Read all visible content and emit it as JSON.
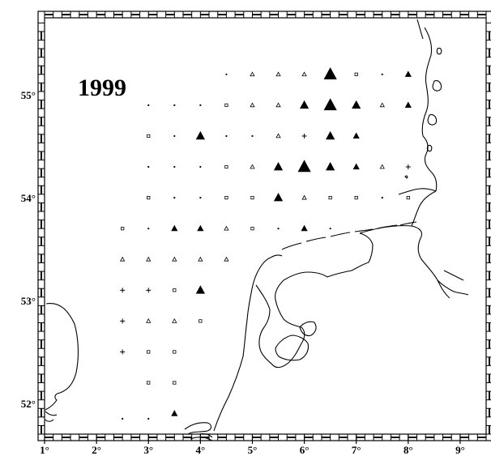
{
  "map": {
    "year_label": "1999",
    "lon_ticks": [
      {
        "value": 1,
        "label": "1°"
      },
      {
        "value": 2,
        "label": "2°"
      },
      {
        "value": 3,
        "label": "3°"
      },
      {
        "value": 4,
        "label": "4°"
      },
      {
        "value": 5,
        "label": "5°"
      },
      {
        "value": 6,
        "label": "6°"
      },
      {
        "value": 7,
        "label": "7°"
      },
      {
        "value": 8,
        "label": "8°"
      },
      {
        "value": 9,
        "label": "9°"
      }
    ],
    "lat_ticks": [
      {
        "value": 52,
        "label": "52°"
      },
      {
        "value": 53,
        "label": "53°"
      },
      {
        "value": 54,
        "label": "54°"
      },
      {
        "value": 55,
        "label": "55°"
      }
    ],
    "lon_range": [
      1,
      9.5
    ],
    "lat_range": [
      51.7,
      55.75
    ],
    "frame_style": "alternating black and white ladder border",
    "symbol_legend": "triangle size shows magnitude; small square = low; plus = zero; dot = trace",
    "stations": [
      {
        "lon": 4.5,
        "lat": 55.2,
        "sym": "dot"
      },
      {
        "lon": 5.0,
        "lat": 55.2,
        "sym": "triangle",
        "size": 1
      },
      {
        "lon": 5.5,
        "lat": 55.2,
        "sym": "triangle",
        "size": 1
      },
      {
        "lon": 6.0,
        "lat": 55.2,
        "sym": "triangle",
        "size": 1
      },
      {
        "lon": 6.5,
        "lat": 55.2,
        "sym": "triangle",
        "size": 5
      },
      {
        "lon": 7.0,
        "lat": 55.2,
        "sym": "square"
      },
      {
        "lon": 7.5,
        "lat": 55.2,
        "sym": "dot"
      },
      {
        "lon": 8.0,
        "lat": 55.2,
        "sym": "triangle",
        "size": 2
      },
      {
        "lon": 3.0,
        "lat": 54.9,
        "sym": "dot"
      },
      {
        "lon": 3.5,
        "lat": 54.9,
        "sym": "dot"
      },
      {
        "lon": 4.0,
        "lat": 54.9,
        "sym": "dot"
      },
      {
        "lon": 4.5,
        "lat": 54.9,
        "sym": "square"
      },
      {
        "lon": 5.0,
        "lat": 54.9,
        "sym": "triangle",
        "size": 1
      },
      {
        "lon": 5.5,
        "lat": 54.9,
        "sym": "triangle",
        "size": 1
      },
      {
        "lon": 6.0,
        "lat": 54.9,
        "sym": "triangle",
        "size": 3
      },
      {
        "lon": 6.5,
        "lat": 54.9,
        "sym": "triangle",
        "size": 5
      },
      {
        "lon": 7.0,
        "lat": 54.9,
        "sym": "triangle",
        "size": 3
      },
      {
        "lon": 7.5,
        "lat": 54.9,
        "sym": "triangle",
        "size": 1
      },
      {
        "lon": 8.0,
        "lat": 54.9,
        "sym": "triangle",
        "size": 2
      },
      {
        "lon": 3.0,
        "lat": 54.6,
        "sym": "square"
      },
      {
        "lon": 3.5,
        "lat": 54.6,
        "sym": "dot"
      },
      {
        "lon": 4.0,
        "lat": 54.6,
        "sym": "triangle",
        "size": 3
      },
      {
        "lon": 4.5,
        "lat": 54.6,
        "sym": "dot"
      },
      {
        "lon": 5.0,
        "lat": 54.6,
        "sym": "dot"
      },
      {
        "lon": 5.5,
        "lat": 54.6,
        "sym": "triangle",
        "size": 1
      },
      {
        "lon": 6.0,
        "lat": 54.6,
        "sym": "plus"
      },
      {
        "lon": 6.5,
        "lat": 54.6,
        "sym": "triangle",
        "size": 3
      },
      {
        "lon": 7.0,
        "lat": 54.6,
        "sym": "triangle",
        "size": 2
      },
      {
        "lon": 3.0,
        "lat": 54.3,
        "sym": "dot"
      },
      {
        "lon": 3.5,
        "lat": 54.3,
        "sym": "dot"
      },
      {
        "lon": 4.0,
        "lat": 54.3,
        "sym": "dot"
      },
      {
        "lon": 4.5,
        "lat": 54.3,
        "sym": "square"
      },
      {
        "lon": 5.0,
        "lat": 54.3,
        "sym": "triangle",
        "size": 1
      },
      {
        "lon": 5.5,
        "lat": 54.3,
        "sym": "triangle",
        "size": 3
      },
      {
        "lon": 6.0,
        "lat": 54.3,
        "sym": "triangle",
        "size": 5
      },
      {
        "lon": 6.5,
        "lat": 54.3,
        "sym": "triangle",
        "size": 3
      },
      {
        "lon": 7.0,
        "lat": 54.3,
        "sym": "triangle",
        "size": 2
      },
      {
        "lon": 7.5,
        "lat": 54.3,
        "sym": "triangle",
        "size": 1
      },
      {
        "lon": 8.0,
        "lat": 54.3,
        "sym": "plus"
      },
      {
        "lon": 3.0,
        "lat": 54.0,
        "sym": "square"
      },
      {
        "lon": 3.5,
        "lat": 54.0,
        "sym": "dot"
      },
      {
        "lon": 4.0,
        "lat": 54.0,
        "sym": "dot"
      },
      {
        "lon": 4.5,
        "lat": 54.0,
        "sym": "square"
      },
      {
        "lon": 5.0,
        "lat": 54.0,
        "sym": "square"
      },
      {
        "lon": 5.5,
        "lat": 54.0,
        "sym": "triangle",
        "size": 3
      },
      {
        "lon": 6.0,
        "lat": 54.0,
        "sym": "triangle",
        "size": 1
      },
      {
        "lon": 6.5,
        "lat": 54.0,
        "sym": "square"
      },
      {
        "lon": 7.0,
        "lat": 54.0,
        "sym": "square"
      },
      {
        "lon": 7.5,
        "lat": 54.0,
        "sym": "dot"
      },
      {
        "lon": 8.0,
        "lat": 54.0,
        "sym": "square"
      },
      {
        "lon": 2.5,
        "lat": 53.7,
        "sym": "square"
      },
      {
        "lon": 3.0,
        "lat": 53.7,
        "sym": "dot"
      },
      {
        "lon": 3.5,
        "lat": 53.7,
        "sym": "triangle",
        "size": 2
      },
      {
        "lon": 4.0,
        "lat": 53.7,
        "sym": "triangle",
        "size": 2
      },
      {
        "lon": 4.5,
        "lat": 53.7,
        "sym": "triangle",
        "size": 1
      },
      {
        "lon": 5.0,
        "lat": 53.7,
        "sym": "square"
      },
      {
        "lon": 5.5,
        "lat": 53.7,
        "sym": "dot"
      },
      {
        "lon": 6.0,
        "lat": 53.7,
        "sym": "triangle",
        "size": 2
      },
      {
        "lon": 6.5,
        "lat": 53.7,
        "sym": "dot"
      },
      {
        "lon": 2.5,
        "lat": 53.4,
        "sym": "triangle",
        "size": 1
      },
      {
        "lon": 3.0,
        "lat": 53.4,
        "sym": "triangle",
        "size": 1
      },
      {
        "lon": 3.5,
        "lat": 53.4,
        "sym": "triangle",
        "size": 1
      },
      {
        "lon": 4.0,
        "lat": 53.4,
        "sym": "triangle",
        "size": 1
      },
      {
        "lon": 4.5,
        "lat": 53.4,
        "sym": "triangle",
        "size": 1
      },
      {
        "lon": 2.5,
        "lat": 53.1,
        "sym": "plus"
      },
      {
        "lon": 3.0,
        "lat": 53.1,
        "sym": "plus"
      },
      {
        "lon": 3.5,
        "lat": 53.1,
        "sym": "square"
      },
      {
        "lon": 4.0,
        "lat": 53.1,
        "sym": "triangle",
        "size": 3
      },
      {
        "lon": 2.5,
        "lat": 52.8,
        "sym": "plus"
      },
      {
        "lon": 3.0,
        "lat": 52.8,
        "sym": "triangle",
        "size": 1
      },
      {
        "lon": 3.5,
        "lat": 52.8,
        "sym": "triangle",
        "size": 1
      },
      {
        "lon": 4.0,
        "lat": 52.8,
        "sym": "square"
      },
      {
        "lon": 2.5,
        "lat": 52.5,
        "sym": "plus"
      },
      {
        "lon": 3.0,
        "lat": 52.5,
        "sym": "square"
      },
      {
        "lon": 3.5,
        "lat": 52.5,
        "sym": "square"
      },
      {
        "lon": 3.0,
        "lat": 52.2,
        "sym": "square"
      },
      {
        "lon": 3.5,
        "lat": 52.2,
        "sym": "square"
      },
      {
        "lon": 2.5,
        "lat": 51.85,
        "sym": "dot"
      },
      {
        "lon": 3.0,
        "lat": 51.85,
        "sym": "dot"
      },
      {
        "lon": 3.5,
        "lat": 51.9,
        "sym": "triangle",
        "size": 2
      }
    ]
  }
}
